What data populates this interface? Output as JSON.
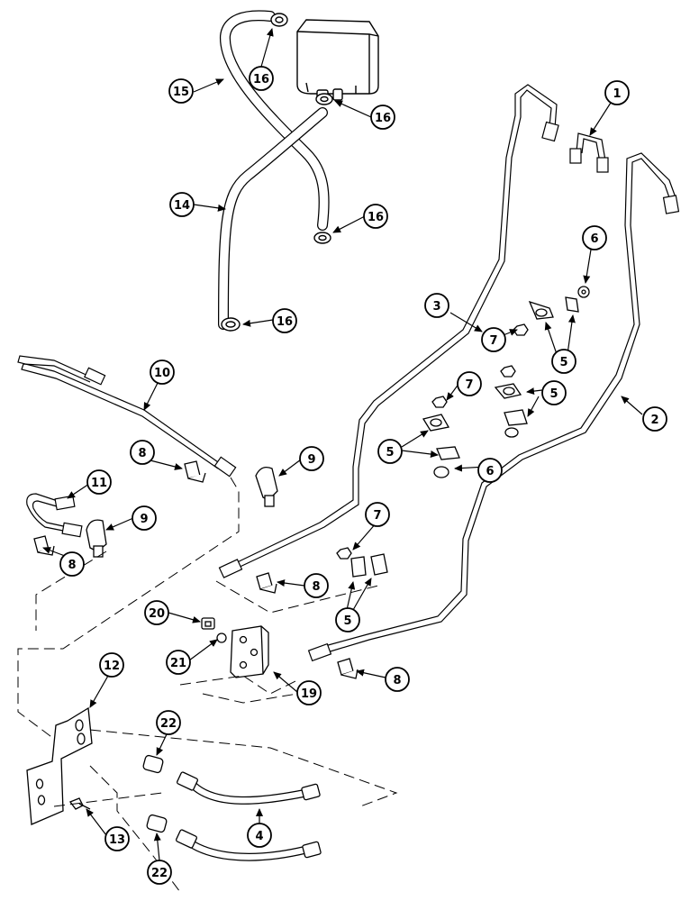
{
  "callouts": {
    "c1": "1",
    "c2": "2",
    "c3": "3",
    "c4": "4",
    "c5a": "5",
    "c5b": "5",
    "c5c": "5",
    "c5d": "5",
    "c6a": "6",
    "c6b": "6",
    "c7a": "7",
    "c7b": "7",
    "c7c": "7",
    "c8a": "8",
    "c8b": "8",
    "c8c": "8",
    "c8d": "8",
    "c9a": "9",
    "c9b": "9",
    "c10": "10",
    "c11": "11",
    "c12": "12",
    "c13": "13",
    "c14": "14",
    "c15": "15",
    "c16a": "16",
    "c16b": "16",
    "c16c": "16",
    "c16d": "16",
    "c19": "19",
    "c20": "20",
    "c21": "21",
    "c22a": "22",
    "c22b": "22"
  }
}
